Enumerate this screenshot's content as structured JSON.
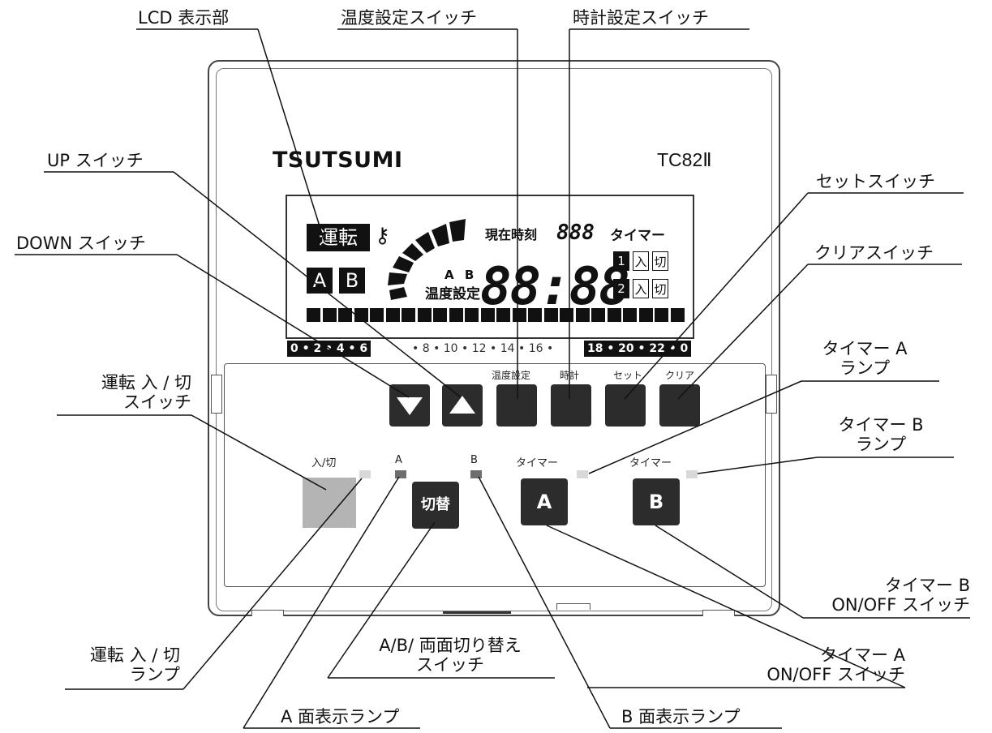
{
  "device": {
    "brand": "TSUTSUMI",
    "model": "TC82Ⅱ"
  },
  "lcd": {
    "operation": "運転",
    "key_symbol": "⚷",
    "current_time_label": "現在時刻",
    "small_digits": "888",
    "timer_label": "タイマー",
    "ab_small": "A B",
    "temp_setting": "温度設定",
    "big_digits": "88:88",
    "face_a": "A",
    "face_b": "B",
    "timer_rows": [
      {
        "num": "1",
        "on": "入",
        "off": "切"
      },
      {
        "num": "2",
        "on": "入",
        "off": "切"
      }
    ]
  },
  "scale": {
    "left": "0 • 2 • 4 • 6",
    "middle": "• 8 • 10 • 12 • 14 • 16 •",
    "right": "18 • 20 • 22 • 0"
  },
  "buttons": {
    "temp": "温度設定",
    "clock": "時計",
    "set": "セット",
    "clear": "クリア",
    "power": "入/切",
    "lamp_a": "A",
    "lamp_b": "B",
    "switch": "切替",
    "timer_a_label": "タイマー",
    "timer_b_label": "タイマー",
    "timer_a": "A",
    "timer_b": "B"
  },
  "callouts": {
    "lcd": "LCD 表示部",
    "temp_switch": "温度設定スイッチ",
    "clock_switch": "時計設定スイッチ",
    "up": "UP スイッチ",
    "set_switch": "セットスイッチ",
    "down": "DOWN スイッチ",
    "clear_switch": "クリアスイッチ",
    "timer_a_lamp_1": "タイマー A",
    "timer_a_lamp_2": "ランプ",
    "power_switch_1": "運転 入 / 切",
    "power_switch_2": "スイッチ",
    "timer_b_lamp_1": "タイマー B",
    "timer_b_lamp_2": "ランプ",
    "timer_b_switch_1": "タイマー B",
    "timer_b_switch_2": "ON/OFF スイッチ",
    "power_lamp_1": "運転 入 / 切",
    "power_lamp_2": "ランプ",
    "ab_switch_1": "A/B/ 両面切り替え",
    "ab_switch_2": "スイッチ",
    "timer_a_switch_1": "タイマー A",
    "timer_a_switch_2": "ON/OFF スイッチ",
    "a_lamp": "A 面表示ランプ",
    "b_lamp": "B 面表示ランプ"
  },
  "colors": {
    "button_dark": "#2c2c2c",
    "power_button": "#b4b4b4",
    "face_lamp": "#6e6e6e",
    "timer_lamp": "#d8d8d8"
  }
}
